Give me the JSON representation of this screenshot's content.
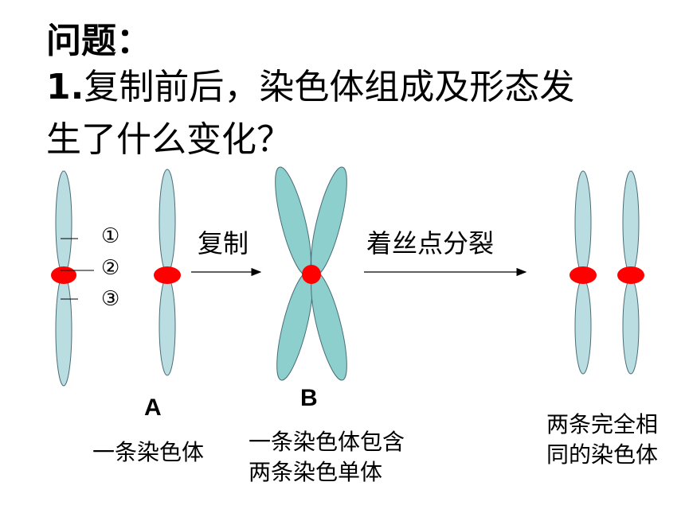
{
  "question": {
    "heading": "问题：",
    "number": "1.",
    "line1": "复制前后，染色体组成及形态发",
    "line2": "生了什么变化？"
  },
  "parts": {
    "circle1": "①",
    "circle2": "②",
    "circle3": "③"
  },
  "arrows": {
    "replicate": "复制",
    "split": "着丝点分裂"
  },
  "labels": {
    "A": "A",
    "B": "B",
    "a_desc": "一条染色体",
    "b_desc_line1": "一条染色体包含",
    "b_desc_line2": "两条染色单体",
    "c_desc_line1": "两条完全相",
    "c_desc_line2": "同的染色体"
  },
  "colors": {
    "arm_fill": "#b9dde0",
    "arm_fill_b": "#8ccfcc",
    "arm_stroke": "#4a6e78",
    "centromere": "#ff0000"
  }
}
